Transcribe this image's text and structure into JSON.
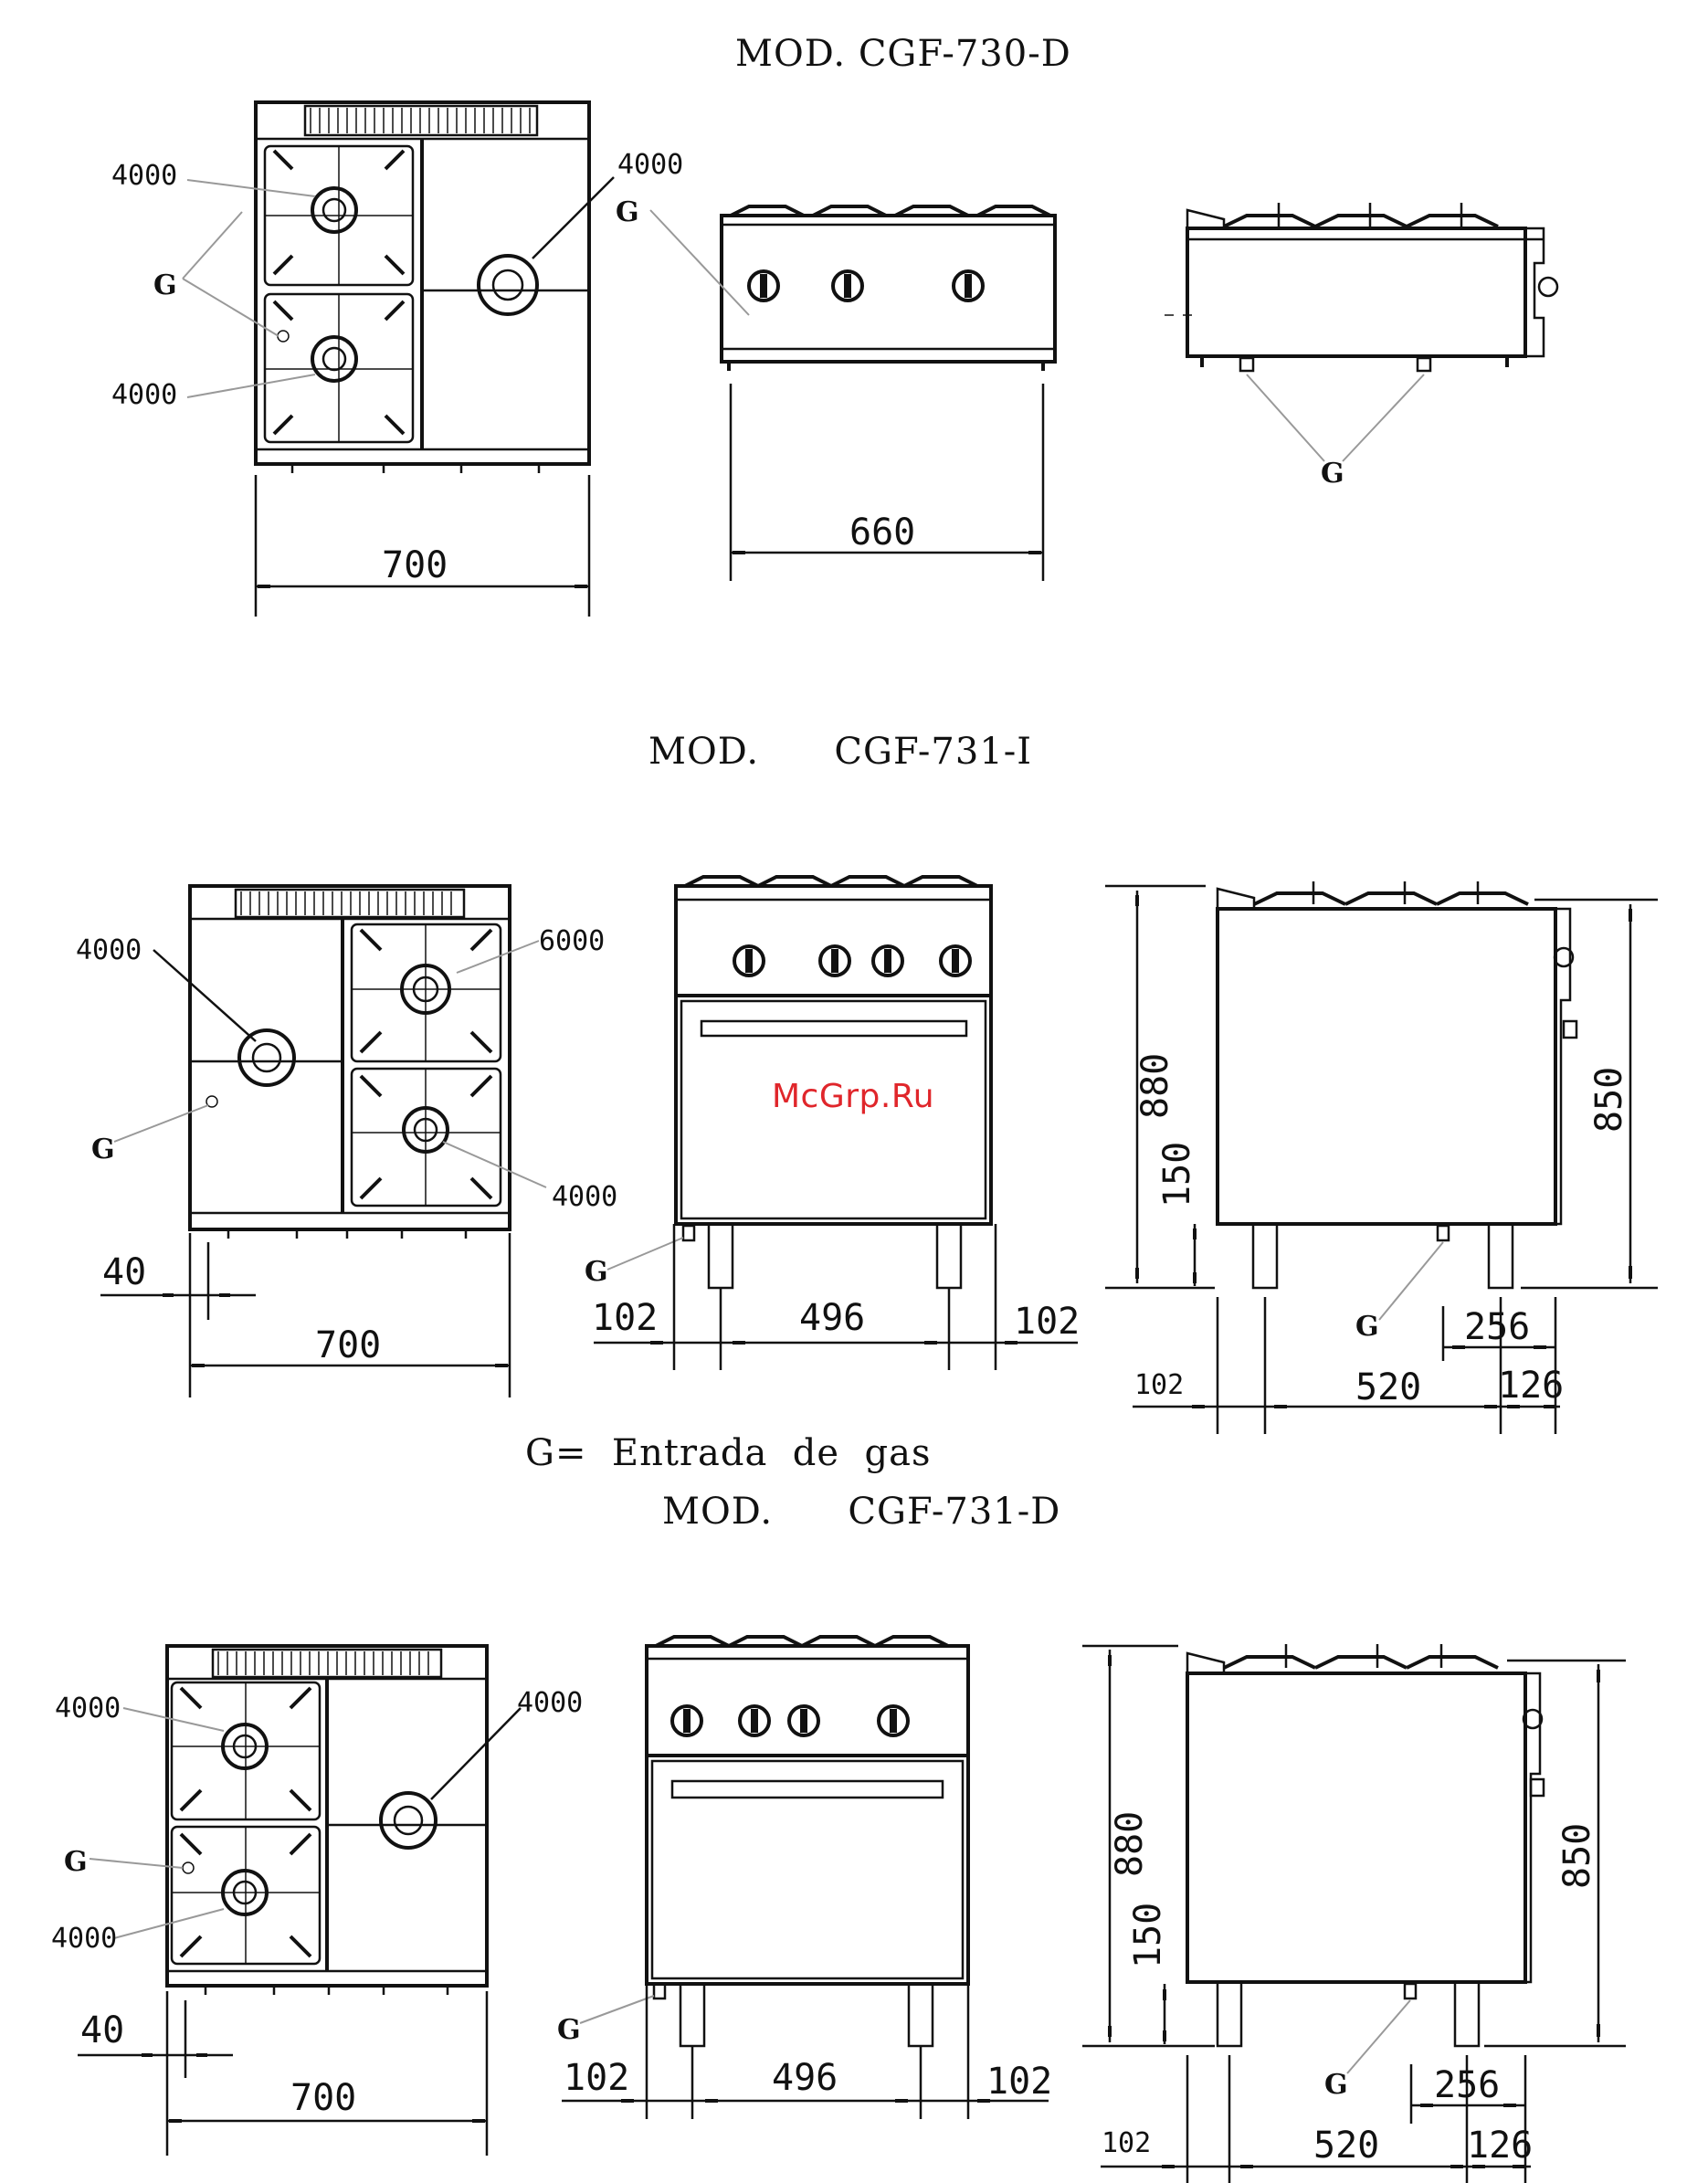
{
  "models": [
    {
      "title": "MOD. CGF-730-D",
      "top": {
        "burners_left": [
          "4000",
          "4000"
        ],
        "burner_right": "4000",
        "gas": "G",
        "width": "700"
      },
      "front": {
        "gas": "G",
        "width": "660"
      },
      "side": {
        "gas": "G"
      }
    },
    {
      "title": "MOD.      CGF-731-I",
      "top": {
        "burner_left": "4000",
        "burners_right": [
          "6000",
          "4000"
        ],
        "gas": "G",
        "offset": "40",
        "width": "700"
      },
      "front": {
        "gas": "G",
        "left": "102",
        "middle": "496",
        "right": "102"
      },
      "side": {
        "height_total": "880",
        "height_feet": "150",
        "height_top": "850",
        "gas": "G",
        "gas_offset": "256",
        "left": "102",
        "middle": "520",
        "right": "126"
      }
    },
    {
      "title": "MOD.      CGF-731-D",
      "top": {
        "burners_left": [
          "4000",
          "4000"
        ],
        "burner_right": "4000",
        "gas": "G",
        "offset": "40",
        "width": "700"
      },
      "front": {
        "gas": "G",
        "left": "102",
        "middle": "496",
        "right": "102"
      },
      "side": {
        "height_total": "880",
        "height_feet": "150",
        "height_top": "850",
        "gas": "G",
        "gas_offset": "256",
        "left": "102",
        "middle": "520",
        "right": "126"
      }
    }
  ],
  "legend": "G=  Entrada  de  gas",
  "watermark": "McGrp.Ru"
}
